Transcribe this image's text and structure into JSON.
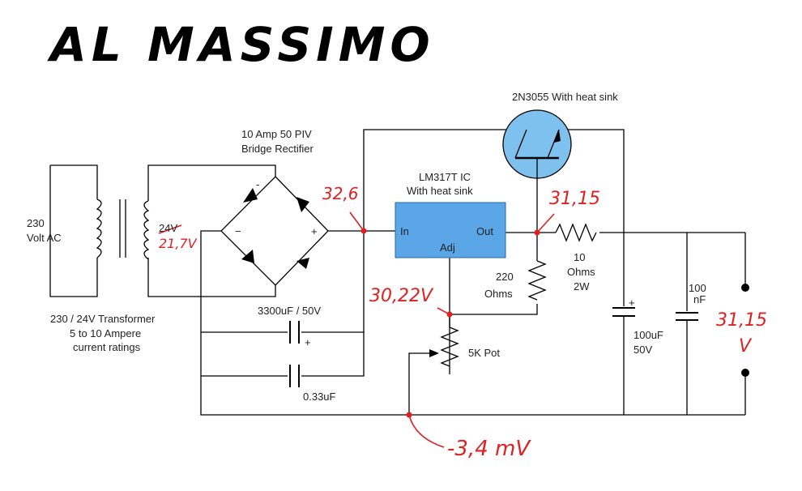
{
  "title": "AL MASSIMO",
  "components": {
    "transistor": "2N3055  With heat sink",
    "rectifier_line1": "10 Amp 50 PIV",
    "rectifier_line2": "Bridge Rectifier",
    "regulator_line1": "LM317T  IC",
    "regulator_line2": "With heat sink",
    "reg_in": "In",
    "reg_out": "Out",
    "reg_adj": "Adj",
    "mains_line1": "230",
    "mains_line2": "Volt AC",
    "secondary": "24V",
    "transformer_line1": "230 / 24V Transformer",
    "transformer_line2": "5 to 10 Ampere",
    "transformer_line3": "current ratings",
    "cap_main": "3300uF / 50V",
    "cap_small": "0.33uF",
    "res_220_line1": "220",
    "res_220_line2": "Ohms",
    "res_10_line1": "10",
    "res_10_line2": "Ohms",
    "res_10_line3": "2W",
    "pot": "5K Pot",
    "cap_out_line1": "100uF",
    "cap_out_line2": "50V",
    "cap_nf_line1": "100",
    "cap_nf_line2": "nF",
    "plus1": "+",
    "plus2": "+",
    "bridge_minus": "-",
    "bridge_minus2": "−",
    "bridge_plus": "+"
  },
  "measurements": {
    "transformer_out": "21,7V",
    "rectifier_out": "32,6",
    "regulator_out": "31,15",
    "adj_node": "30,22V",
    "ground": "-3,4 mV",
    "output_value": "31,15",
    "output_unit": "V"
  },
  "colors": {
    "annotation": "#e02020",
    "regulator_box": "#5aa6e6",
    "transistor": "#7ec0ee",
    "wire": "#000000"
  }
}
